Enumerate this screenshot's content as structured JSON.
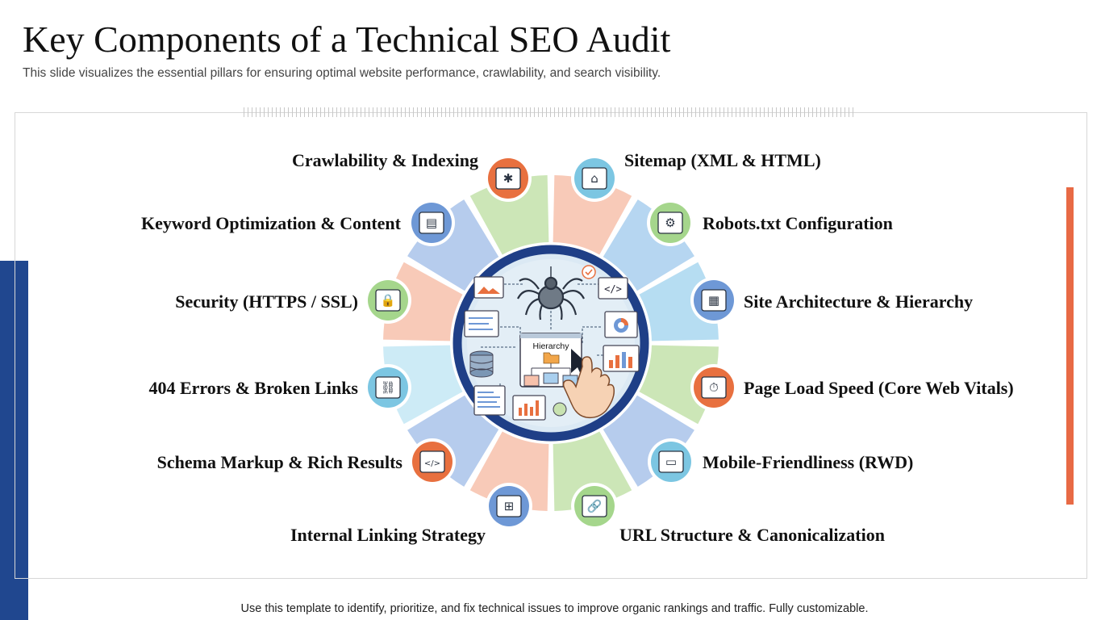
{
  "header": {
    "title": "Key Components of a Technical SEO Audit",
    "subtitle": "This slide visualizes the essential pillars for ensuring optimal website performance, crawlability, and search visibility."
  },
  "diagram": {
    "center": {
      "hierarchy_label": "Hierarchy"
    },
    "components": [
      {
        "label": "Crawlability & Indexing",
        "icon": "spider-icon",
        "color": "#e8703f"
      },
      {
        "label": "Sitemap (XML & HTML)",
        "icon": "sitemap-icon",
        "color": "#7cc6e2"
      },
      {
        "label": "Keyword Optimization & Content",
        "icon": "keyword-chart-icon",
        "color": "#6e98d6"
      },
      {
        "label": "Robots.txt Configuration",
        "icon": "robots-txt-icon",
        "color": "#a5d68c"
      },
      {
        "label": "Security (HTTPS / SSL)",
        "icon": "padlock-icon",
        "color": "#a5d68c"
      },
      {
        "label": "Site Architecture & Hierarchy",
        "icon": "architecture-icon",
        "color": "#6e98d6"
      },
      {
        "label": "404 Errors & Broken Links",
        "icon": "broken-link-icon",
        "color": "#7cc6e2"
      },
      {
        "label": "Page Load Speed (Core Web Vitals)",
        "icon": "stopwatch-icon",
        "color": "#e8703f"
      },
      {
        "label": "Schema Markup & Rich Results",
        "icon": "schema-code-icon",
        "color": "#e8703f"
      },
      {
        "label": "Mobile-Friendliness (RWD)",
        "icon": "mobile-device-icon",
        "color": "#7cc6e2"
      },
      {
        "label": "Internal Linking Strategy",
        "icon": "internal-links-icon",
        "color": "#6e98d6"
      },
      {
        "label": "URL Structure & Canonicalization",
        "icon": "url-link-icon",
        "color": "#a5d68c"
      }
    ],
    "wedge_colors": [
      "#f7c1ab",
      "#a9cfee",
      "#a9d7f0",
      "#c3e2aa",
      "#a9c3ea",
      "#c3e2aa",
      "#f7c1ab",
      "#a9c3ea",
      "#c4e8f4",
      "#f7c1ab",
      "#a9c3ea",
      "#c3e2aa"
    ],
    "ring_color": "#1f3f87"
  },
  "footer": {
    "text": "Use this template to identify, prioritize, and fix technical issues to improve organic rankings and traffic. Fully customizable."
  }
}
